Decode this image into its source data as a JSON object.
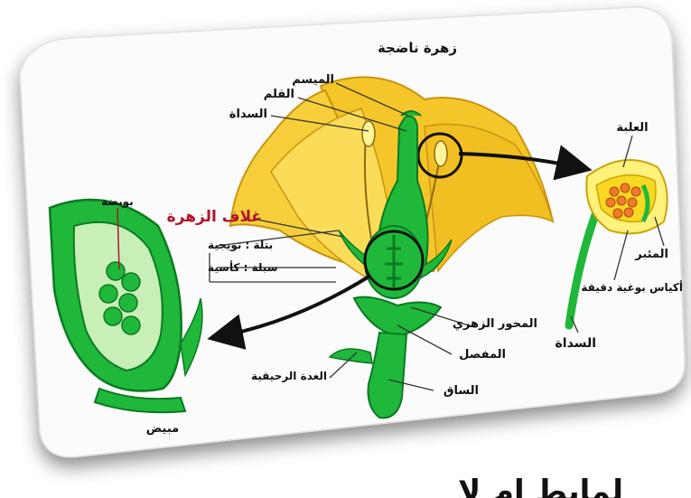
{
  "labels": {
    "mature_flower": "زهرة ناضجة",
    "stigma": "الميسم",
    "style": "القلم",
    "stamen_top": "السداة",
    "sepals": "غلاف الزهرة",
    "corolla": "بتلة : تويجية",
    "calyx": "سبلة : كأسية",
    "floral_axis": "المحور الزهري",
    "pedicel": "المفصل",
    "stem": "الساق",
    "bract": "الغدة الرحيقية",
    "ovule": "بويضة",
    "ovary": "مبيض",
    "anther": "العلبة",
    "filament": "المئبر",
    "pollen": "أكياس بوغية دقيقة",
    "stamen_right": "السداة"
  },
  "bottom_text": "لمابط ام لا",
  "colors": {
    "petal": "#f5c62a",
    "petal_dark": "#d9a514",
    "green": "#1fb83a",
    "green_dark": "#0c7a22",
    "label_red": "#b0152a",
    "orange_pollen": "#f07a28"
  }
}
